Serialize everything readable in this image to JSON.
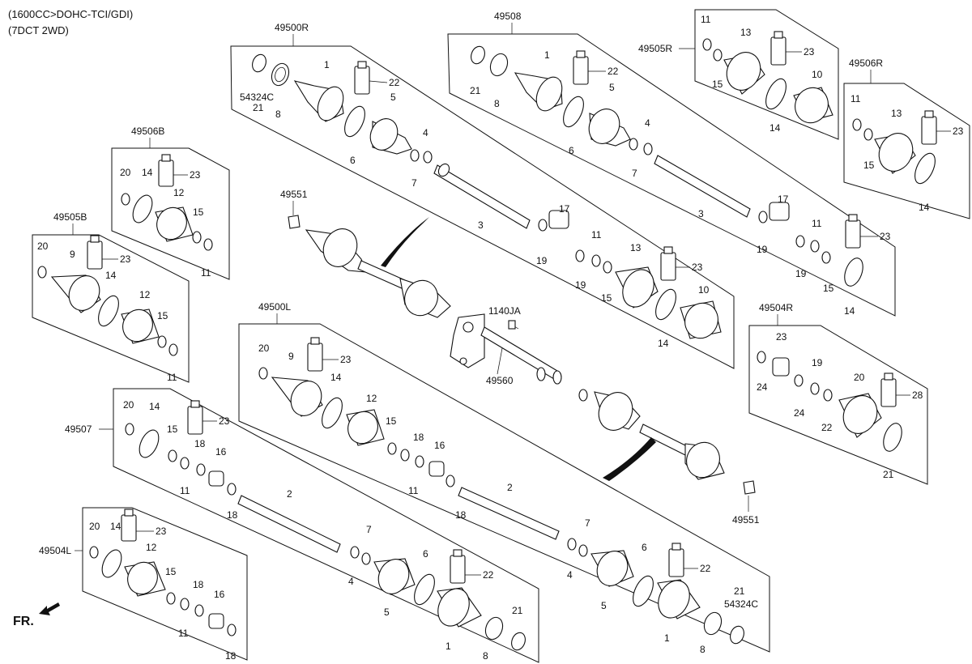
{
  "header": {
    "line1": "(1600CC>DOHC-TCI/GDI)",
    "line2": "(7DCT 2WD)"
  },
  "direction_label": "FR.",
  "groups": {
    "g49500R": "49500R",
    "g49508": "49508",
    "g49505R": "49505R",
    "g49506R": "49506R",
    "g49506B": "49506B",
    "g49505B": "49505B",
    "g49500L": "49500L",
    "g49504R": "49504R",
    "g49507": "49507",
    "g49504L": "49504L"
  },
  "labels": {
    "p1": "1",
    "p2": "2",
    "p3": "3",
    "p4": "4",
    "p5": "5",
    "p6": "6",
    "p7": "7",
    "p8": "8",
    "p9": "9",
    "p10": "10",
    "p11": "11",
    "p12": "12",
    "p13": "13",
    "p14": "14",
    "p15": "15",
    "p16": "16",
    "p17": "17",
    "p18": "18",
    "p19": "19",
    "p20": "20",
    "p21": "21",
    "p22": "22",
    "p23": "23",
    "p24": "24",
    "p28": "28",
    "p54324C": "54324C",
    "p49551": "49551",
    "p49560": "49560",
    "p1140JA": "1140JA"
  }
}
